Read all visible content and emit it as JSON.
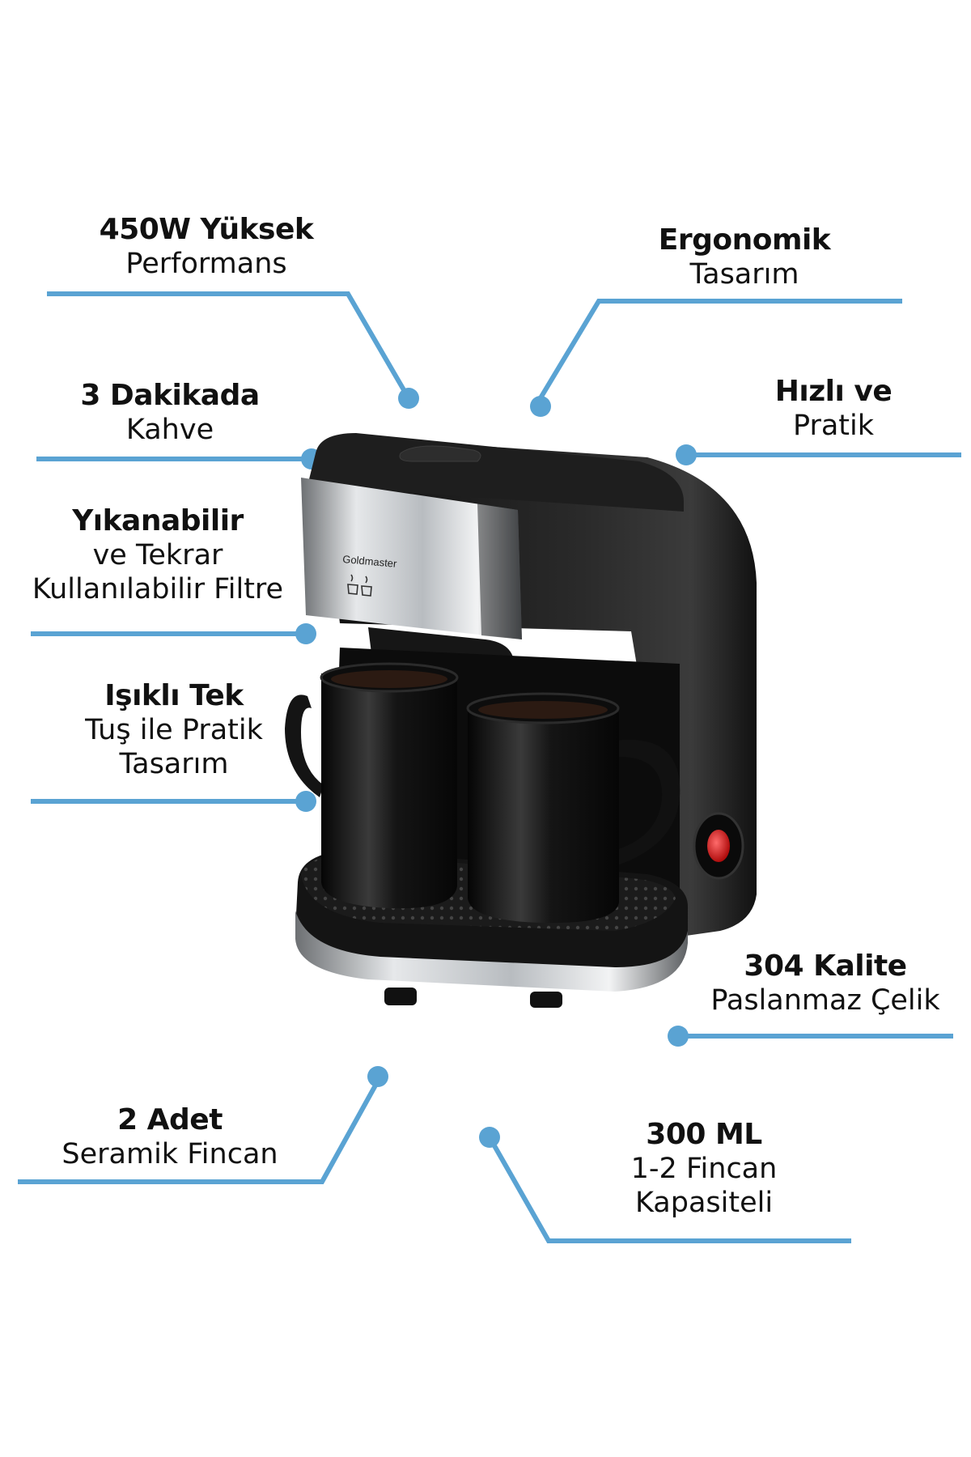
{
  "accent_color": "#5aa3d3",
  "product": {
    "brand_label": "Goldmaster",
    "body_color": "#1a1a1a",
    "steel_color": "#c9ccd0",
    "switch_color": "#d81d1d"
  },
  "features": {
    "power": {
      "bold": "450W Yüksek",
      "regular": "Performans"
    },
    "ergonomic": {
      "bold": "Ergonomik",
      "regular": "Tasarım"
    },
    "brew_time": {
      "bold": "3 Dakikada",
      "regular": "Kahve"
    },
    "fast": {
      "bold": "Hızlı ve",
      "regular": "Pratik"
    },
    "filter": {
      "bold": "Yıkanabilir",
      "regular1": "ve Tekrar",
      "regular2": "Kullanılabilir Filtre"
    },
    "button": {
      "bold": "Işıklı Tek",
      "regular1": "Tuş ile Pratik",
      "regular2": "Tasarım"
    },
    "steel": {
      "bold": "304 Kalite",
      "regular": "Paslanmaz Çelik"
    },
    "cups": {
      "bold": "2 Adet",
      "regular": "Seramik Fincan"
    },
    "capacity": {
      "bold": "300 ML",
      "regular1": "1-2 Fincan",
      "regular2": "Kapasiteli"
    }
  }
}
